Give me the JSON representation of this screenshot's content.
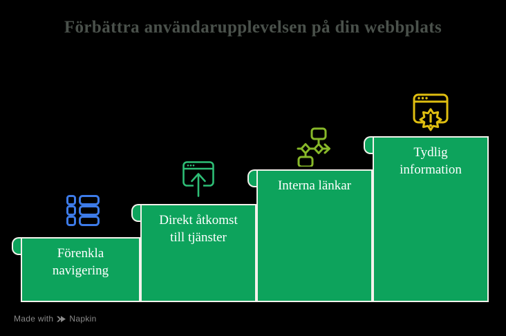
{
  "title": "Förbättra användarupplevelsen på din webbplats",
  "steps": [
    {
      "label": "Förenkla navigering",
      "icon": "list-rows-icon",
      "icon_color": "#3D7BE8"
    },
    {
      "label": "Direkt åtkomst till tjänster",
      "icon": "browser-upload-icon",
      "icon_color": "#2EBE76"
    },
    {
      "label": "Interna länkar",
      "icon": "flowchart-arrow-icon",
      "icon_color": "#87B829"
    },
    {
      "label": "Tydlig information",
      "icon": "browser-alert-icon",
      "icon_color": "#DFBE10"
    }
  ],
  "colors": {
    "background": "#000000",
    "title_text": "#4A514B",
    "step_fill": "#0DA35C",
    "step_outline": "#F4F2EC",
    "step_label_text": "#FFFFFF",
    "watermark_text": "#8A8A8A"
  },
  "watermark": {
    "prefix": "Made with",
    "brand": "Napkin",
    "logo_icon": "napkin-logo-icon"
  }
}
